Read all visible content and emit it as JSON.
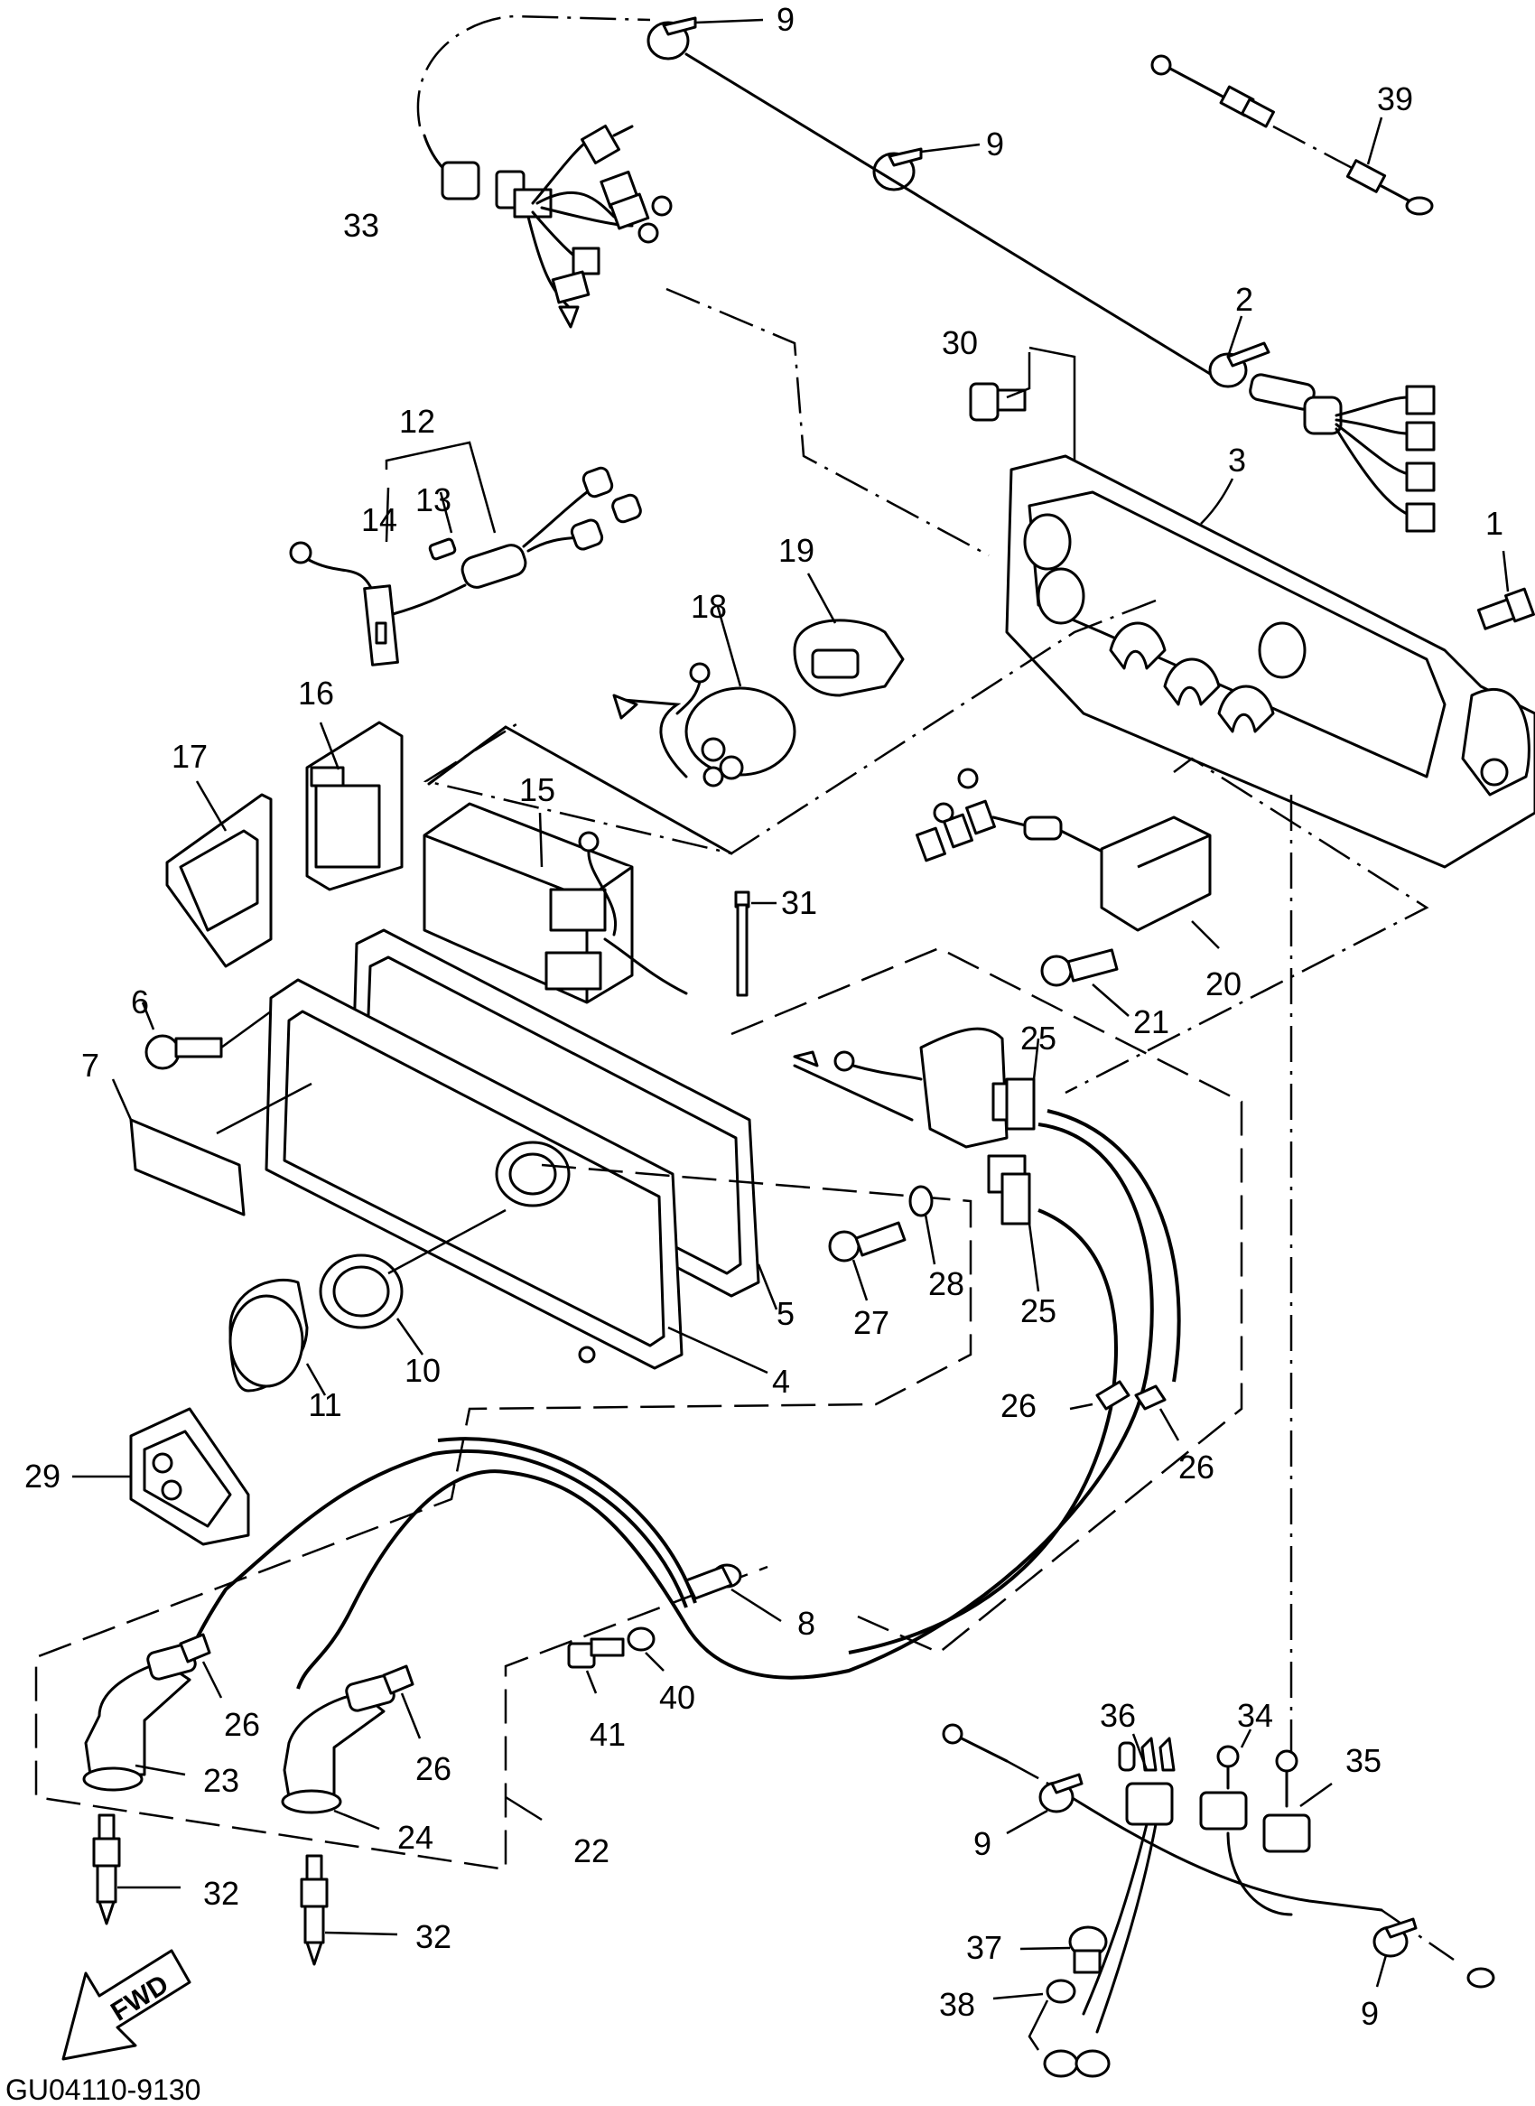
{
  "figure": {
    "code": "GU04110-9130",
    "fwd_label": "FWD"
  },
  "callouts": [
    "1",
    "2",
    "3",
    "4",
    "5",
    "6",
    "7",
    "8",
    "9",
    "10",
    "11",
    "12",
    "13",
    "14",
    "15",
    "16",
    "17",
    "18",
    "19",
    "20",
    "21",
    "22",
    "23",
    "24",
    "25",
    "26",
    "27",
    "28",
    "29",
    "30",
    "31",
    "32",
    "33",
    "34",
    "35",
    "36",
    "37",
    "38",
    "39",
    "40",
    "41"
  ]
}
